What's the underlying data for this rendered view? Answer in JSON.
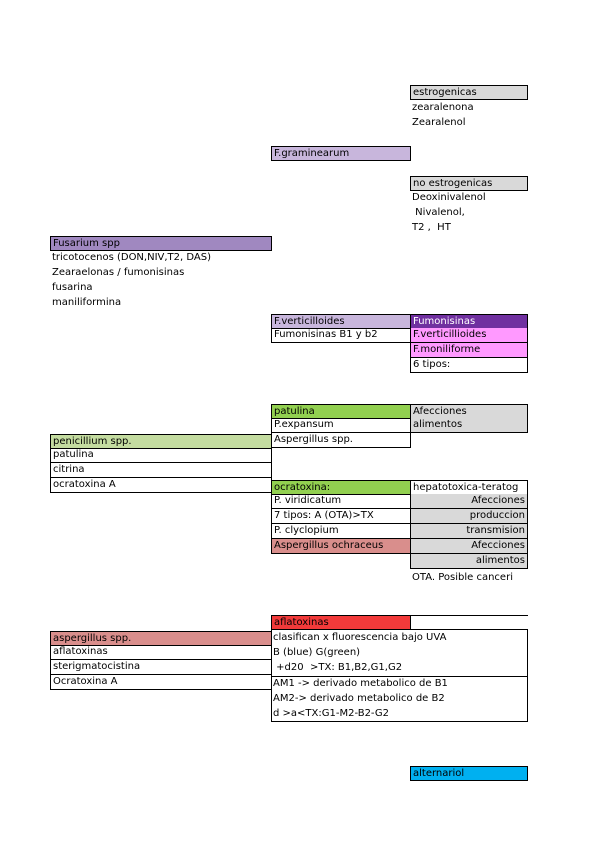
{
  "estrogenicas": {
    "header": "estrogenicas",
    "items": [
      "zearalenona",
      "Zearalenol"
    ]
  },
  "f_graminearum": "F.graminearum",
  "no_estrogenicas": {
    "header": "no estrogenicas",
    "items": [
      "Deoxinivalenol",
      " Nivalenol,",
      "T2 ,  HT"
    ]
  },
  "fusarium": {
    "header": "Fusarium spp",
    "items": [
      "tricotocenos (DON,NIV,T2, DAS)",
      "Zearaelonas / fumonisinas",
      "fusarina",
      "maniliformina"
    ]
  },
  "f_verticilloides": {
    "header": "F.verticilloides",
    "sub": "Fumonisinas B1 y b2"
  },
  "fumonisinas": {
    "header": "Fumonisinas",
    "items": [
      "F.verticillioides",
      "F.moniliforme",
      "6 tipos:"
    ]
  },
  "patulina_block": {
    "header": "patulina",
    "items": [
      "P.expansum",
      "Aspergillus spp."
    ],
    "right": [
      "Afecciones",
      "alimentos"
    ]
  },
  "penicillium": {
    "header": "penicillium spp.",
    "items": [
      "patulina",
      "citrina",
      "ocratoxina A"
    ]
  },
  "ocratoxina": {
    "header": "ocratoxina:",
    "items": [
      "P. viridicatum",
      "7 tipos: A (OTA)>TX",
      "P. clyclopium",
      "Aspergillus ochraceus"
    ],
    "right_header": "hepatotoxica-teratog",
    "right_items": [
      "Afecciones",
      "produccion",
      "transmision",
      "Afecciones",
      "alimentos"
    ],
    "note": "OTA. Posible canceri"
  },
  "aflatoxinas": {
    "header": "aflatoxinas",
    "lines": [
      "clasifican x fluorescencia bajo UVA",
      "B (blue) G(green)",
      " +d20  >TX: B1,B2,G1,G2",
      "AM1 -> derivado metabolico de B1",
      "AM2-> derivado metabolico de B2",
      "d >a<TX:G1-M2-B2-G2"
    ]
  },
  "aspergillus": {
    "header": "aspergillus spp.",
    "items": [
      "aflatoxinas",
      "sterigmatocistina",
      "Ocratoxina A"
    ]
  },
  "alternariol": "alternariol",
  "colors": {
    "gray": "#d9d9d9",
    "lavender": "#c8b6dc",
    "purple": "#a088c0",
    "dark_purple": "#7030a0",
    "pink": "#ff99ff",
    "green": "#92d050",
    "light_green": "#c4dca0",
    "red": "#f23a3a",
    "rose": "#d98e8c",
    "cyan": "#00b0f0"
  }
}
